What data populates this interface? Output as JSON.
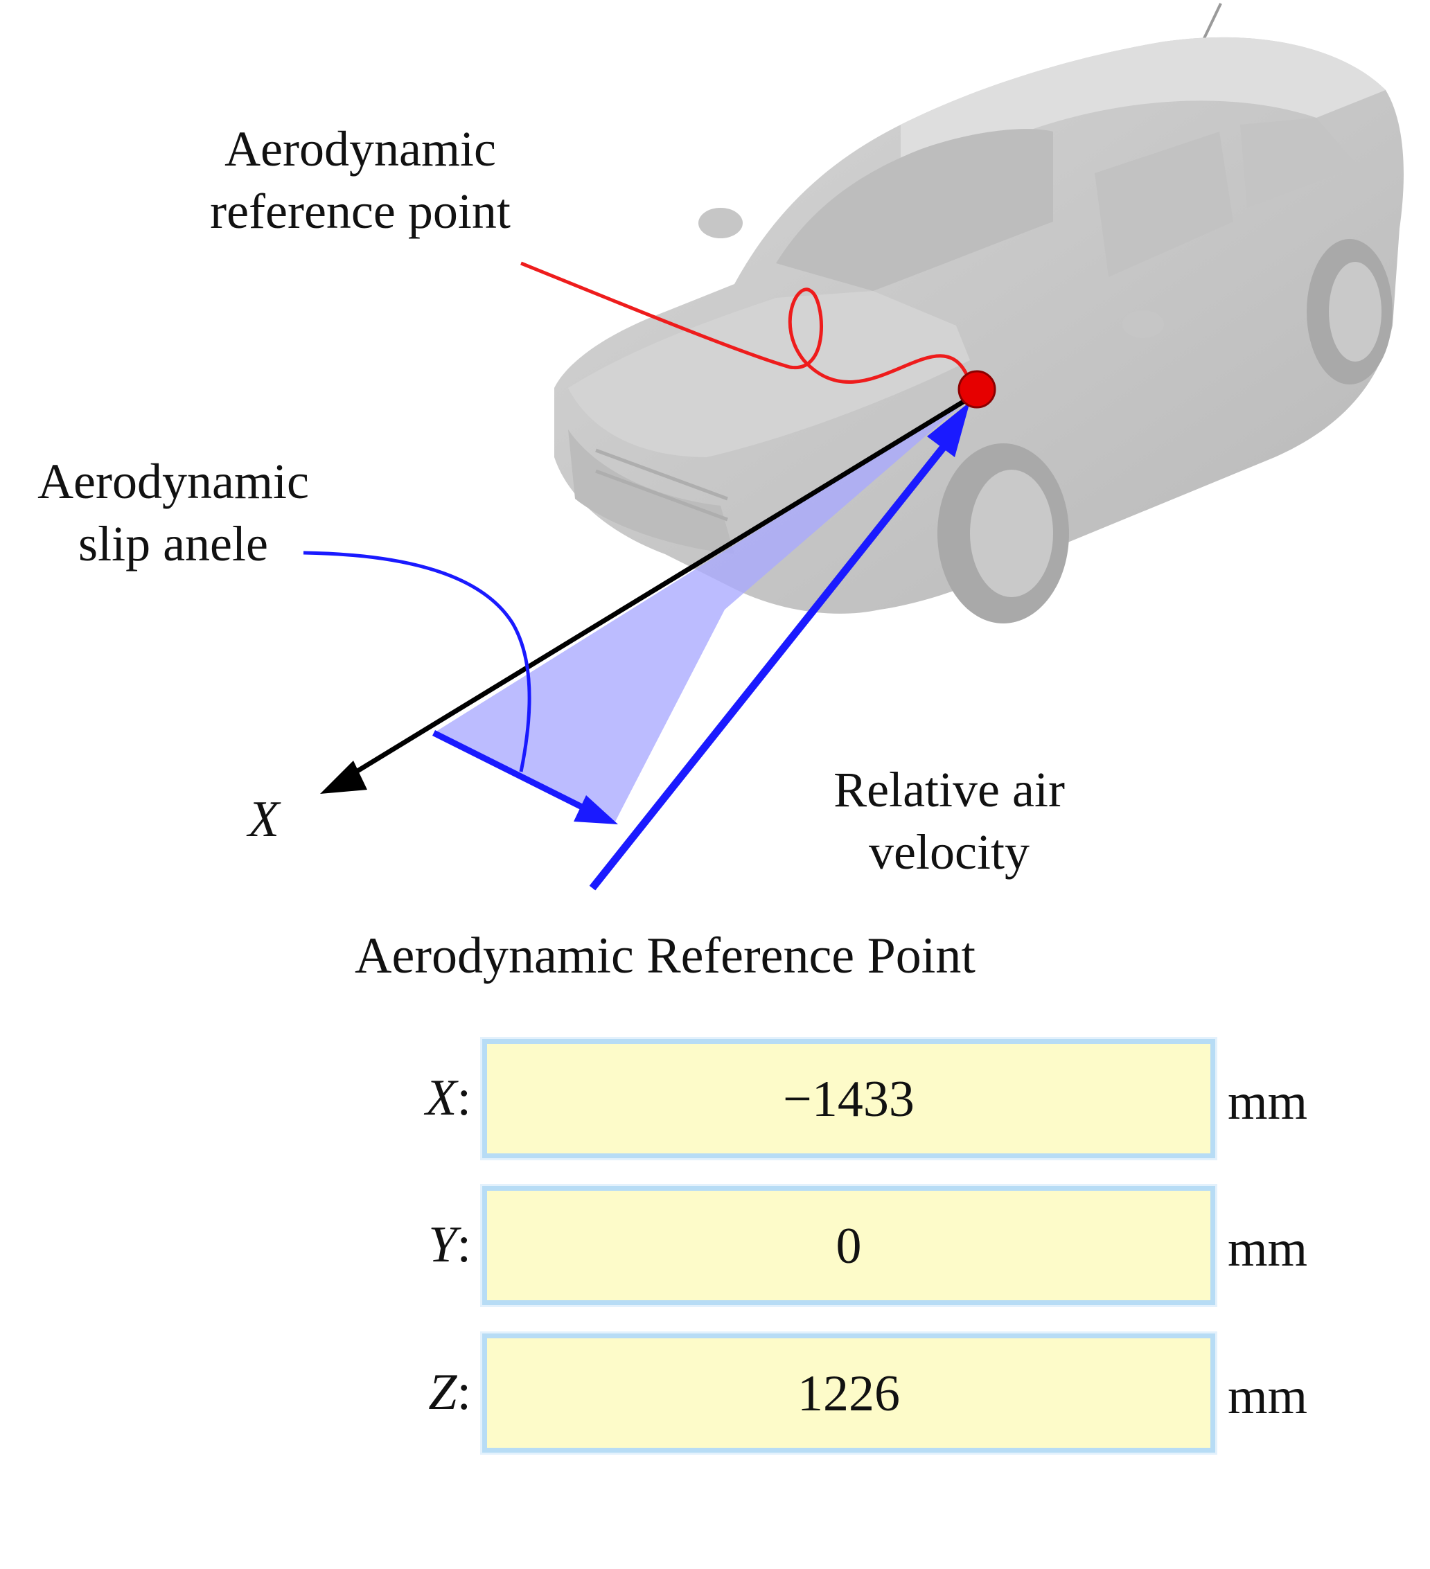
{
  "diagram": {
    "reference_point_label": "Aerodynamic\nreference point",
    "slip_angle_label": "Aerodynamic\nslip anele",
    "velocity_label": "Relative air\nvelocity",
    "axis_label": "X",
    "colors": {
      "reference_curve": "#ee1c1c",
      "reference_dot": "#e60000",
      "velocity_arrow": "#1a1aff",
      "slip_wedge": "#a9a9ff",
      "x_axis": "#000000",
      "car_body": "#c8c8c8"
    }
  },
  "form": {
    "title": "Aerodynamic Reference Point",
    "fields": [
      {
        "axis": "X",
        "value": "−1433",
        "unit": "mm"
      },
      {
        "axis": "Y",
        "value": "0",
        "unit": "mm"
      },
      {
        "axis": "Z",
        "value": "1226",
        "unit": "mm"
      }
    ]
  }
}
